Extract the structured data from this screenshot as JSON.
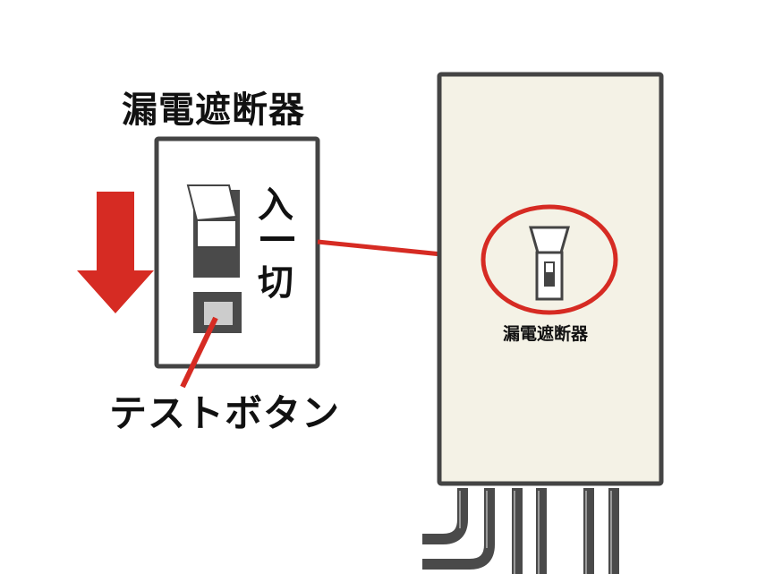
{
  "breaker_detail": {
    "title": "漏電遮断器",
    "switch_on_label": "入",
    "switch_off_label": "切",
    "test_button_label": "テストボタン"
  },
  "distribution_panel": {
    "breaker_label": "漏電遮断器"
  },
  "colors": {
    "accent_red": "#d62b23",
    "panel_fill": "#f4f2e6",
    "outline": "#444444",
    "switch_dark": "#4a4a4a",
    "test_button_fill": "#cccccc"
  },
  "icons": [
    "down-arrow-icon",
    "callout-circle",
    "leader-line"
  ]
}
